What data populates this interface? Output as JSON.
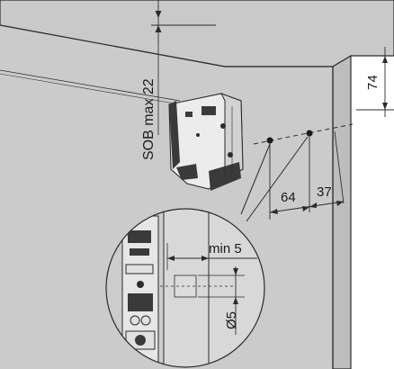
{
  "dimensions": {
    "sob_label": "SOB max 22",
    "height_74": "74",
    "spacing_64": "64",
    "offset_37": "37",
    "min_5": "min 5",
    "diameter_5": "Ø5"
  },
  "colors": {
    "panel": "#c9c9c9",
    "panel_light": "#d7d7d7",
    "line": "#2b2b2b",
    "mechanism": "#e9e9e9",
    "mechanism_dark": "#333333"
  },
  "icons": {
    "lift_mechanism": "lift-mechanism-icon"
  }
}
